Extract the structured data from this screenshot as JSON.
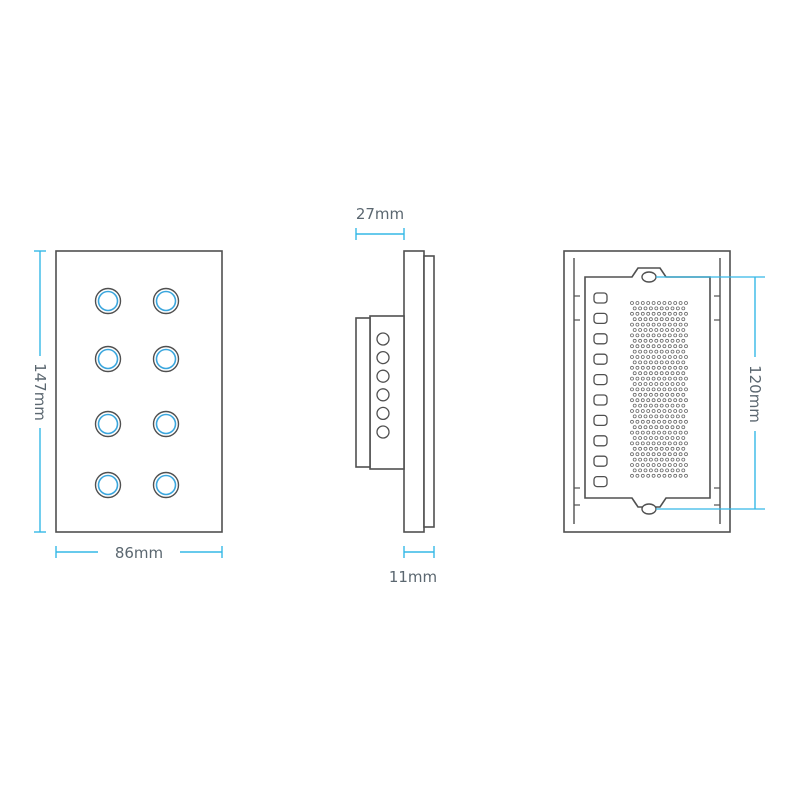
{
  "colors": {
    "outline": "#505050",
    "dimension": "#35b8e6",
    "button_ring": "#3aa6dd",
    "label_text": "#5b6770"
  },
  "front_view": {
    "button_count": 8,
    "height_label": "147mm",
    "width_label": "86mm"
  },
  "side_view": {
    "depth_label": "27mm",
    "plate_label": "11mm",
    "terminal_count": 6
  },
  "back_view": {
    "mount_spacing_label": "120mm",
    "terminal_count": 10
  }
}
